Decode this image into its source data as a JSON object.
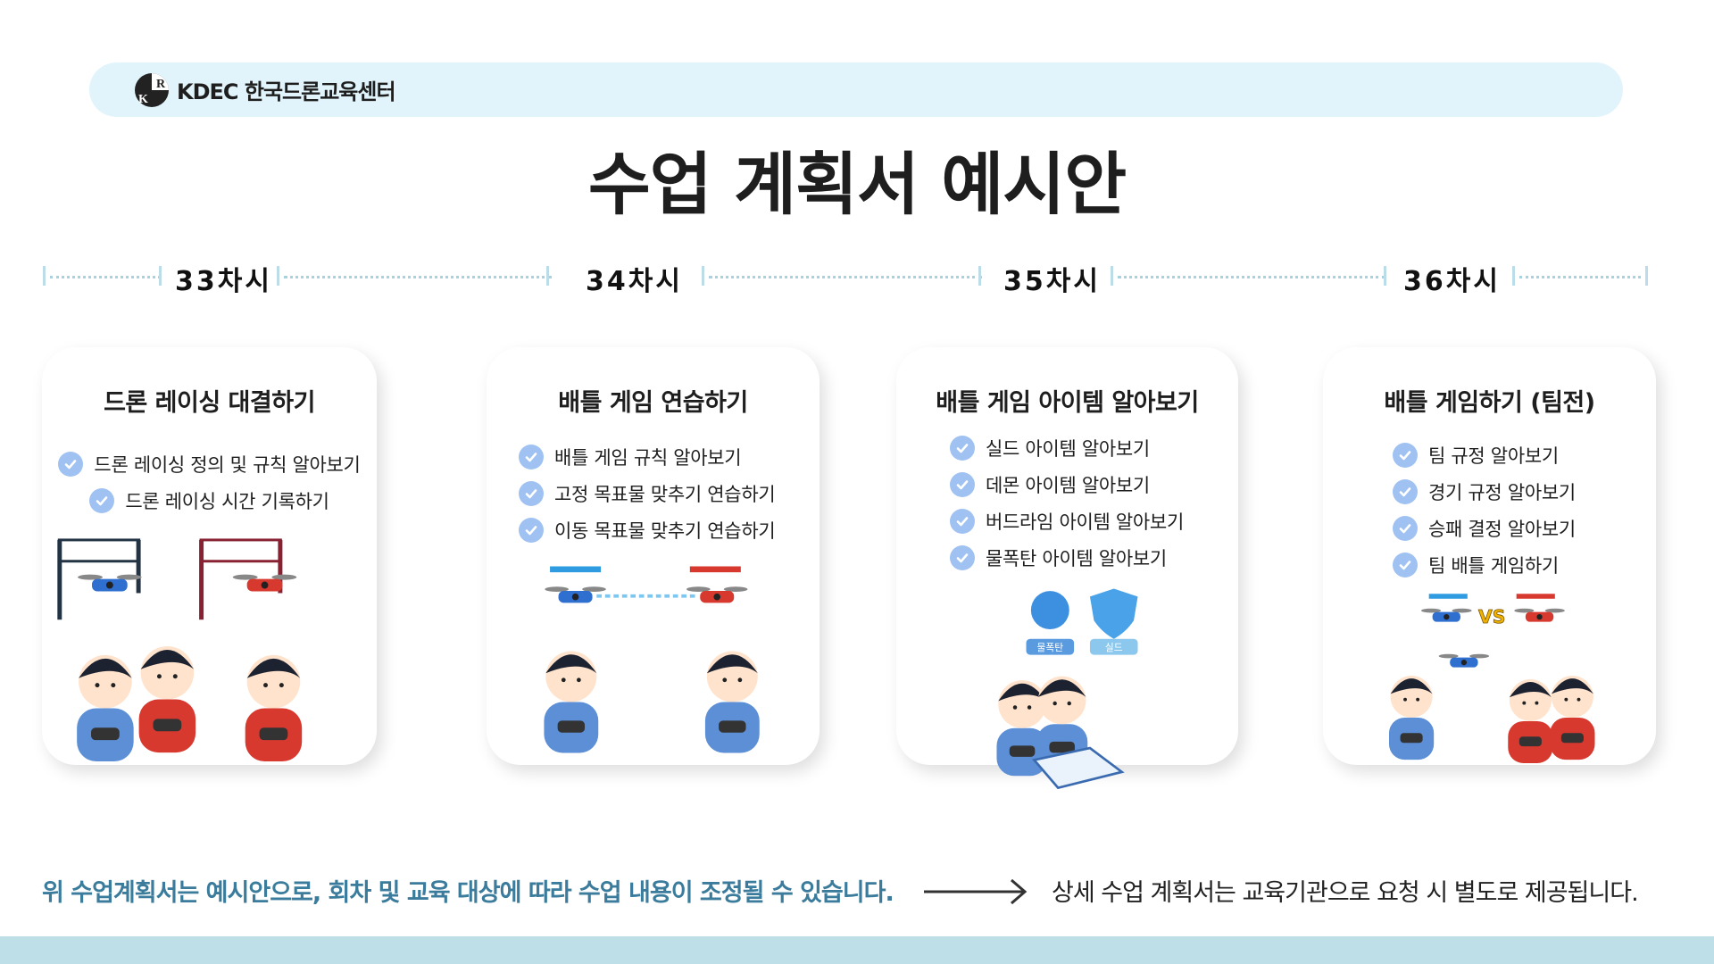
{
  "header": {
    "logo_text": "KR",
    "brand": "KDEC 한국드론교육센터"
  },
  "title": "수업 계획서 예시안",
  "timeline": [
    "33차시",
    "34차시",
    "35차시",
    "36차시"
  ],
  "cards": [
    {
      "title": "드론 레이싱 대결하기",
      "items": [
        "드론 레이싱 정의 및 규칙 알아보기",
        "드론 레이싱 시간 기록하기"
      ],
      "illustration": "drone-racing"
    },
    {
      "title": "배틀 게임 연습하기",
      "items": [
        "배틀 게임 규칙 알아보기",
        "고정 목표물 맞추기 연습하기",
        "이동 목표물 맞추기 연습하기"
      ],
      "illustration": "battle-practice"
    },
    {
      "title": "배틀 게임 아이템 알아보기",
      "items": [
        "실드 아이템 알아보기",
        "데몬 아이템 알아보기",
        "버드라임 아이템 알아보기",
        "물폭탄 아이템 알아보기"
      ],
      "illustration": "battle-items",
      "labels": [
        "물폭탄",
        "실드"
      ]
    },
    {
      "title": "배틀 게임하기 (팀전)",
      "items": [
        "팀 규정 알아보기",
        "경기 규정 알아보기",
        "승패 결정 알아보기",
        "팀 배틀 게임하기"
      ],
      "illustration": "team-battle",
      "vs": "VS"
    }
  ],
  "footer": {
    "note": "위 수업계획서는 예시안으로, 회차 및 교육 대상에 따라 수업 내용이 조정될 수 있습니다.",
    "info": "상세 수업 계획서는 교육기관으로 요청 시 별도로 제공됩니다."
  },
  "colors": {
    "banner": "#e1f4fb",
    "check": "#a0c2f2",
    "note": "#3b7c9c",
    "band": "#bfdfe8",
    "drone_blue": "#2f6fd0",
    "drone_red": "#d8392f"
  }
}
